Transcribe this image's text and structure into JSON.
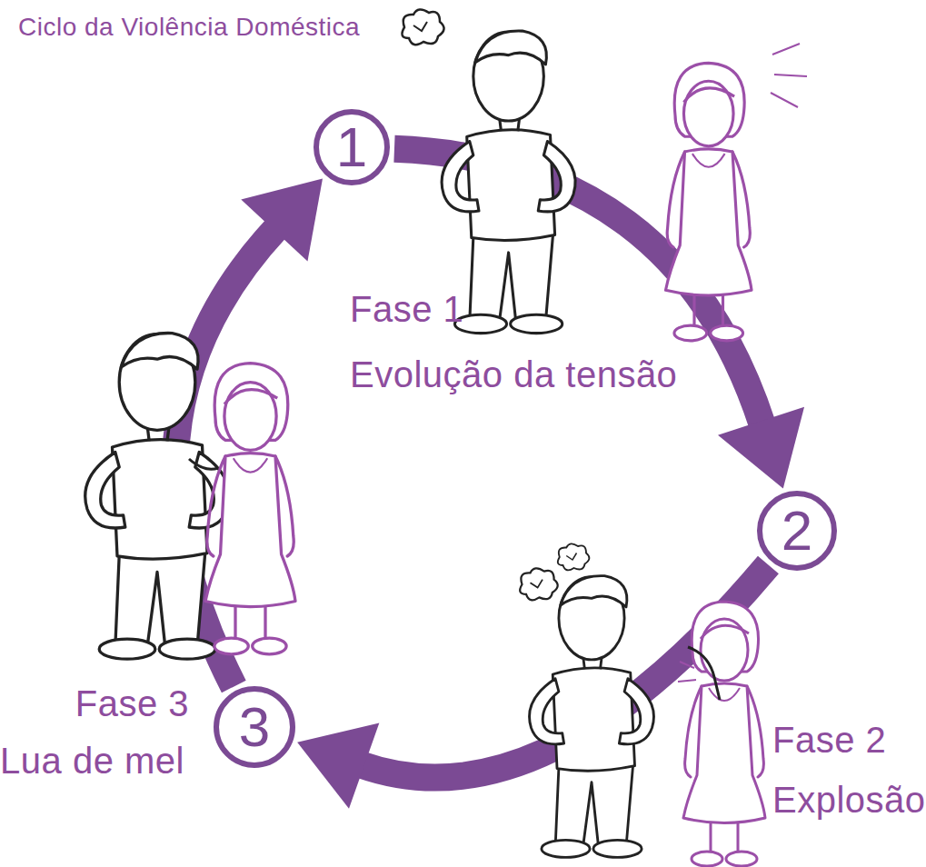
{
  "diagram": {
    "title": "Ciclo da Violência Doméstica",
    "nodes": [
      {
        "text": [
          "1"
        ]
      },
      {
        "text": [
          "2"
        ]
      },
      {
        "text": [
          "3"
        ]
      }
    ],
    "edges": [
      {
        "from": 0,
        "to": 1,
        "arrow": "to"
      },
      {
        "from": 1,
        "to": 2,
        "arrow": "to"
      },
      {
        "from": 2,
        "to": 0,
        "arrow": "to"
      }
    ],
    "labels": [
      "Fase 1",
      "Evolução da tensão",
      "Fase 2",
      "Explosão",
      "Fase 3",
      "Lua de mel"
    ]
  }
}
